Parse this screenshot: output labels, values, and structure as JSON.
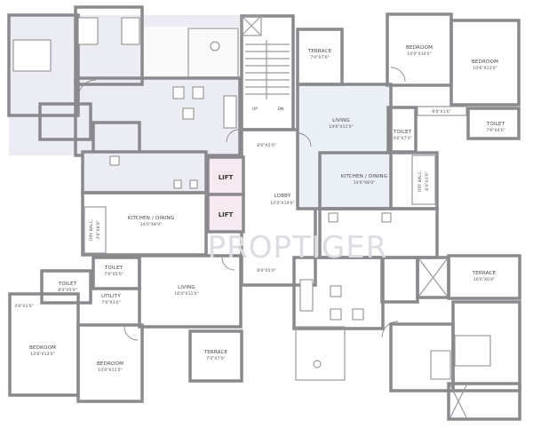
{
  "watermark": "PROPTIGER",
  "rooms_left_bottom": {
    "kitchen": {
      "name": "KITCHEN / DINING",
      "size": "14'0\"X8'0\""
    },
    "dry_balc": {
      "name": "DRY BALC.",
      "size": "3'6\"X6'0\""
    },
    "toilet_1": {
      "name": "TOILET",
      "size": "7'6\"X5'0\""
    },
    "toilet_2": {
      "name": "TOILET",
      "size": "8'0\"X5'0\""
    },
    "utility": {
      "name": "UTILITY",
      "size": "7'6\"X3'6\""
    },
    "living": {
      "name": "LIVING",
      "size": "16'0\"X11'0\""
    },
    "niche": {
      "size": "4'6\"X2'6\""
    },
    "bedroom_1": {
      "name": "BEDROOM",
      "size": "12'6\"X13'0\""
    },
    "bedroom_2": {
      "name": "BEDROOM",
      "size": "10'0\"X11'0\""
    },
    "terrace": {
      "name": "TERRACE",
      "size": "7'0\"X7'0\""
    }
  },
  "core": {
    "lift_1": "LIFT",
    "lift_2": "LIFT",
    "lobby": {
      "name": "LOBBY",
      "size": "10'0\"X19'6\""
    },
    "passage_top": "8'6\"X5'0\"",
    "passage_bottom": "8'6\"X5'0\"",
    "stair_up": "UP",
    "stair_down": "DN"
  },
  "rooms_right_top": {
    "terrace": {
      "name": "TERRACE",
      "size": "7'0\"X7'6\""
    },
    "bedroom_1": {
      "name": "BEDROOM",
      "size": "10'0\"X10'0\""
    },
    "bedroom_2": {
      "name": "BEDROOM",
      "size": "10'6\"X13'0\""
    },
    "living": {
      "name": "LIVING",
      "size": "14'6\"X11'0\""
    },
    "toilet_1": {
      "name": "TOILET",
      "size": "4'6\"X7'0\""
    },
    "passage": {
      "size": "8'0\"X1'6\""
    },
    "toilet_2": {
      "name": "TOILET",
      "size": "7'6\"X4'6\""
    },
    "kitchen": {
      "name": "KITCHEN / DINING",
      "size": "14'6\"X8'0\""
    },
    "dry_balc": {
      "name": "DRY BALC.",
      "size": "6'0\"X3'6\""
    }
  },
  "rooms_right_bottom": {
    "terrace": {
      "name": "TERRACE",
      "size": "10'6\"X6'6\""
    }
  }
}
